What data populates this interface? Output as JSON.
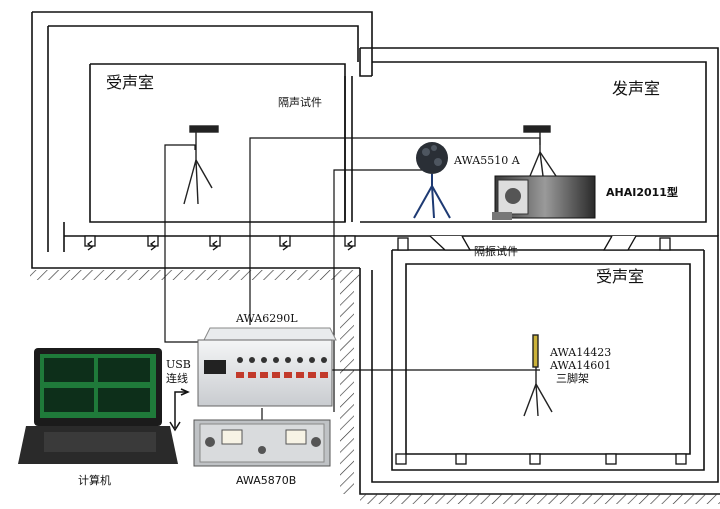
{
  "labels": {
    "room_receive_top": "受声室",
    "room_source": "发声室",
    "room_receive_bottom": "受声室",
    "specimen_sound": "隔声试件",
    "specimen_vibration": "隔振试件",
    "awa5510a": "AWA5510 A",
    "ahai2011": "AHAI2011型",
    "awa6290l": "AWA6290L",
    "usb_line1": "USB",
    "usb_line2": "连线",
    "computer": "计算机",
    "awa5870b": "AWA5870B",
    "awa14423": "AWA14423",
    "awa14601": "AWA14601",
    "tripod": "三脚架"
  },
  "colors": {
    "line": "#111111",
    "hatch": "#333333",
    "instrument_silver": "#d8dadc",
    "amp_gray": "#b9bcbf",
    "screen_green": "#1f7a3a"
  }
}
